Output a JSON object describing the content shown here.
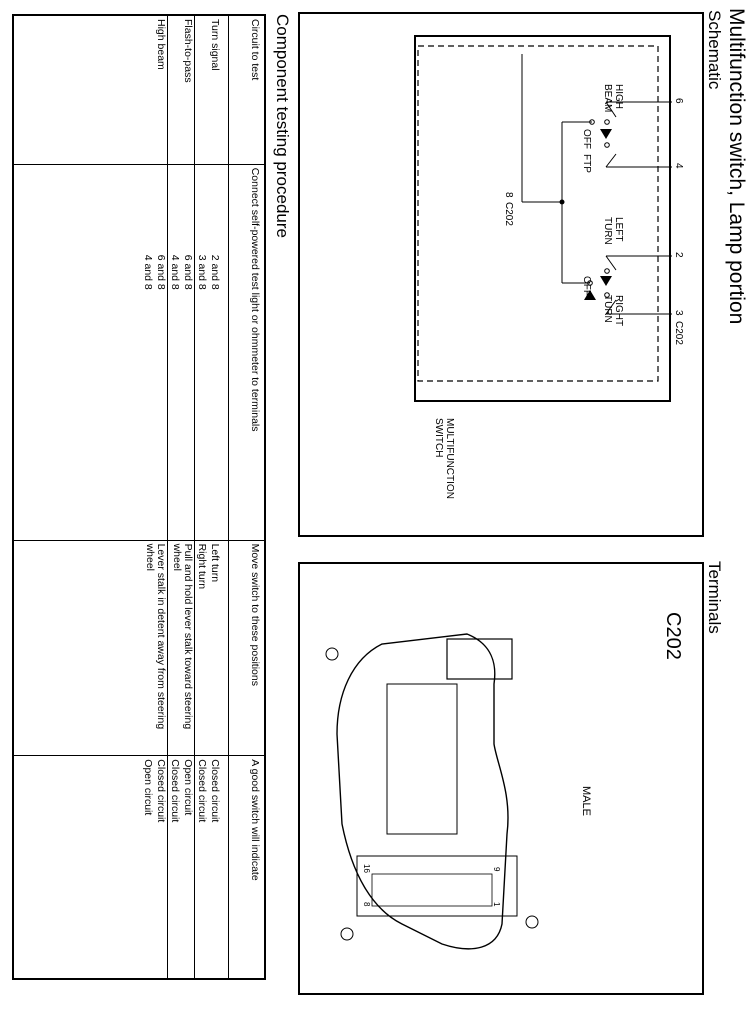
{
  "title": "Multifunction switch, Lamp portion",
  "schematic": {
    "heading": "Schematic",
    "labels": {
      "high_beam": "HIGH BEAM",
      "off_upper": "OFF",
      "ftp": "FTP",
      "left_turn": "LEFT TURN",
      "off_lower": "OFF",
      "right_turn": "RIGHT TURN",
      "pin_6": "6",
      "pin_4": "4",
      "pin_2": "2",
      "pin_3": "3",
      "pin_8": "8",
      "c202_top": "C202",
      "c202_left": "C202",
      "switch_name": "MULTIFUNCTION SWITCH"
    }
  },
  "terminals": {
    "heading": "Terminals",
    "connector": "C202",
    "gender": "MALE",
    "pin_labels": {
      "p1": "1",
      "p8": "8",
      "p9": "9",
      "p16": "16"
    }
  },
  "procedure": {
    "heading": "Component testing procedure",
    "columns": [
      "Circuit to test",
      "Connect self-powered test light or ohmmeter to terminals",
      "Move switch to these positions",
      "A good switch will indicate"
    ],
    "rows": {
      "turn": {
        "circuit": "Turn signal",
        "sub": [
          {
            "terminals": "2 and 8",
            "position": "Left turn",
            "result": "Closed circuit"
          },
          {
            "terminals": "3 and 8",
            "position": "Right turn",
            "result": "Closed circuit"
          }
        ]
      },
      "ftp": {
        "circuit": "Flash-to-pass",
        "sub": [
          {
            "terminals": "6 and 8",
            "position": "Pull and hold lever stalk toward steering wheel",
            "result": "Open circuit"
          },
          {
            "terminals": "4 and 8",
            "position": "",
            "result": "Closed circuit"
          }
        ]
      },
      "hb": {
        "circuit": "High beam",
        "sub": [
          {
            "terminals": "6 and 8",
            "position": "Lever stalk in detent away from steering wheel",
            "result": "Closed circuit"
          },
          {
            "terminals": "4 and 8",
            "position": "",
            "result": "Open circuit"
          }
        ]
      }
    }
  }
}
